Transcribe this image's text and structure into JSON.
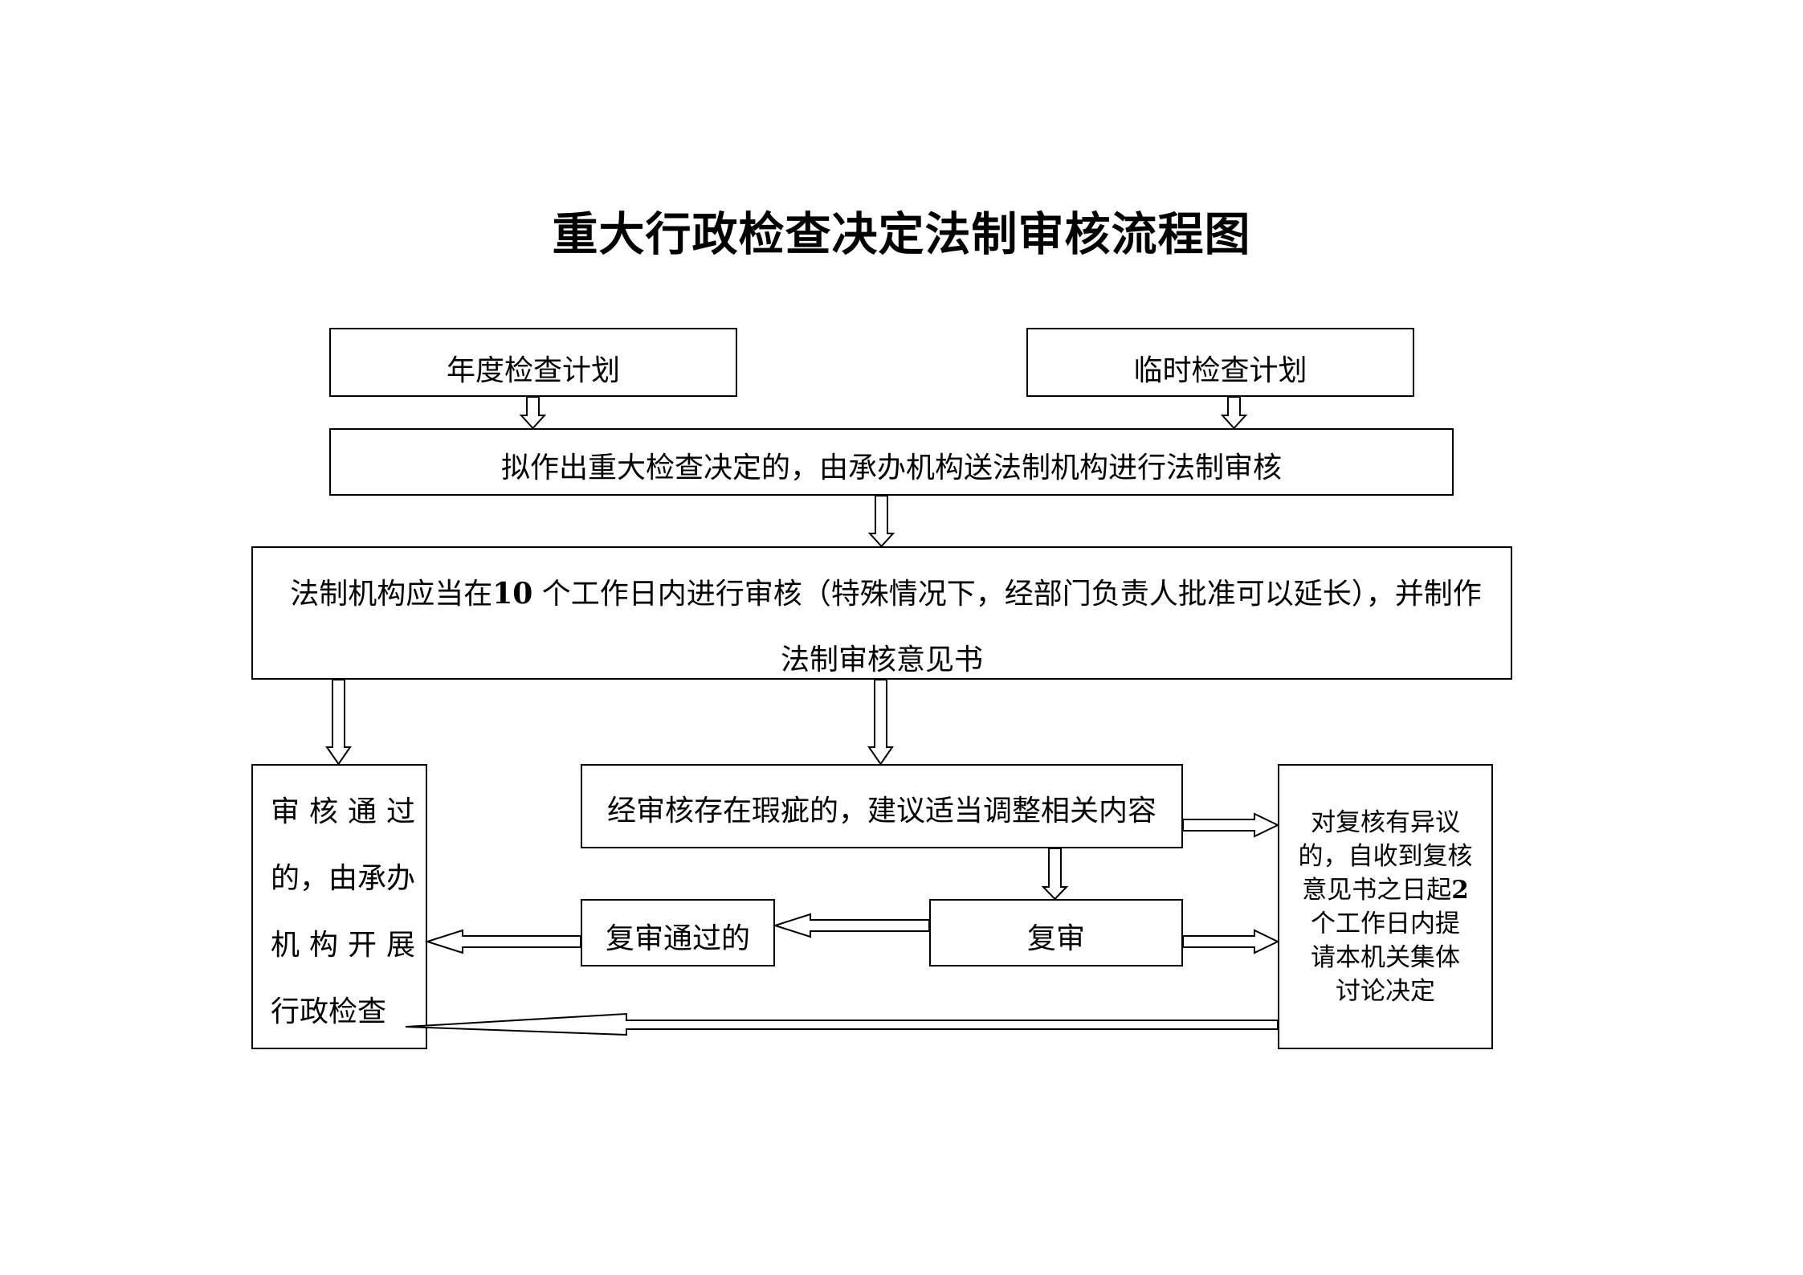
{
  "title": "重大行政检查决定法制审核流程图",
  "nodes": {
    "annual_plan": "年度检查计划",
    "temporary_plan": "临时检查计划",
    "submit_review": "拟作出重大检查决定的，由承办机构送法制机构进行法制审核",
    "legal_review": {
      "line1_pre": "法制机构应当在",
      "line1_num": "10",
      "line1_post": " 个工作日内进行审核（特殊情况下，经部门负责人批准可以延长），并制作",
      "line2": "法制审核意见书"
    },
    "approved": [
      "审 核 通 过",
      "的，由承办",
      "机 构 开 展",
      "行政检查"
    ],
    "flawed": "经审核存在瑕疵的，建议适当调整相关内容",
    "recheck_passed": "复审通过的",
    "recheck": "复审",
    "objection": {
      "line1": "对复核有异议",
      "line2": "的，自收到复核",
      "line3_pre": "意见书之日起",
      "line3_num": "2",
      "line4": "个工作日内提",
      "line5": "请本机关集体",
      "line6": "讨论决定"
    }
  }
}
